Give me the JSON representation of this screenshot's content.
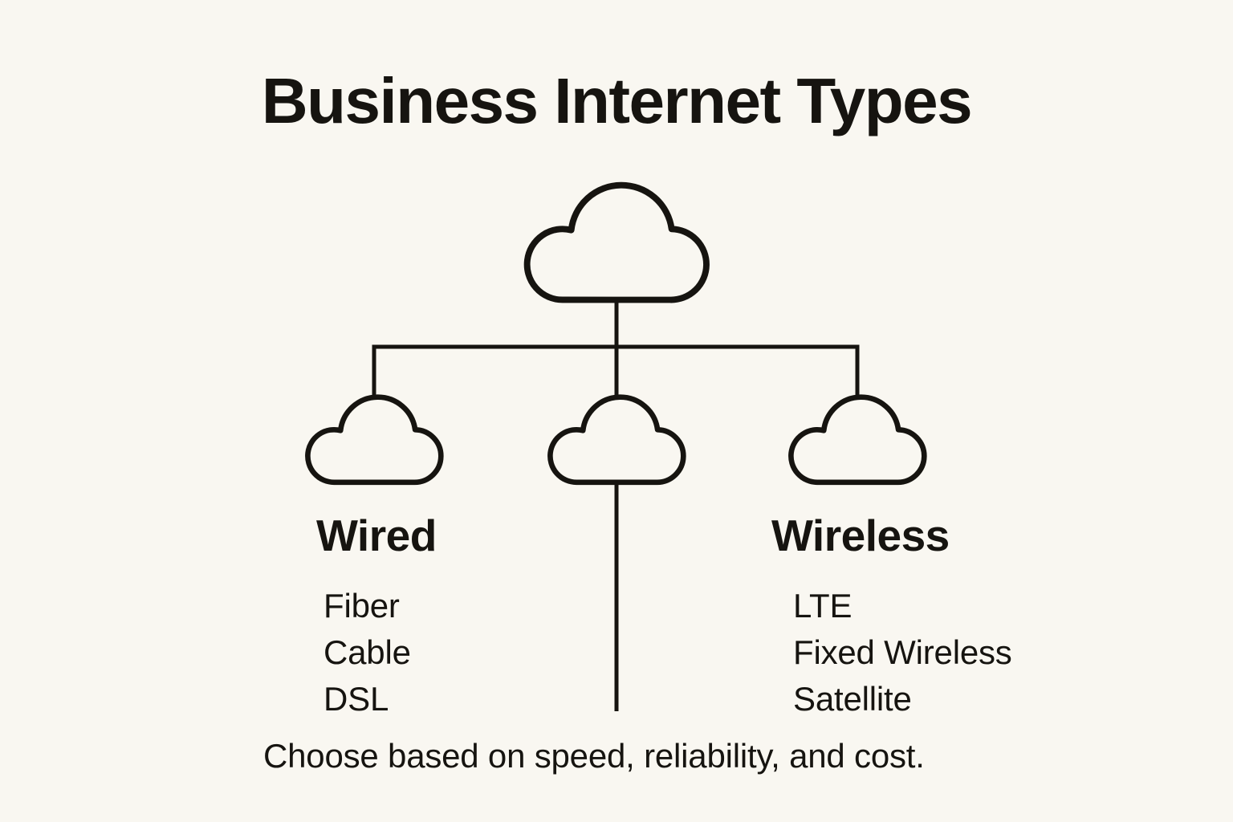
{
  "title": "Business Internet Types",
  "caption": "Choose based on speed, reliability, and cost.",
  "colors": {
    "background": "#f9f7f1",
    "ink": "#161410"
  },
  "icons": {
    "root": "cloud-icon",
    "wired": "cloud-icon",
    "center": "cloud-icon",
    "wireless": "cloud-icon"
  },
  "tree": {
    "root": {
      "icon": "cloud-icon"
    },
    "branches": [
      {
        "id": "wired",
        "label": "Wired",
        "items": [
          "Fiber",
          "Cable",
          "DSL"
        ]
      },
      {
        "id": "center",
        "label": "",
        "items": []
      },
      {
        "id": "wireless",
        "label": "Wireless",
        "items": [
          "LTE",
          "Fixed Wireless",
          "Satellite"
        ]
      }
    ]
  }
}
